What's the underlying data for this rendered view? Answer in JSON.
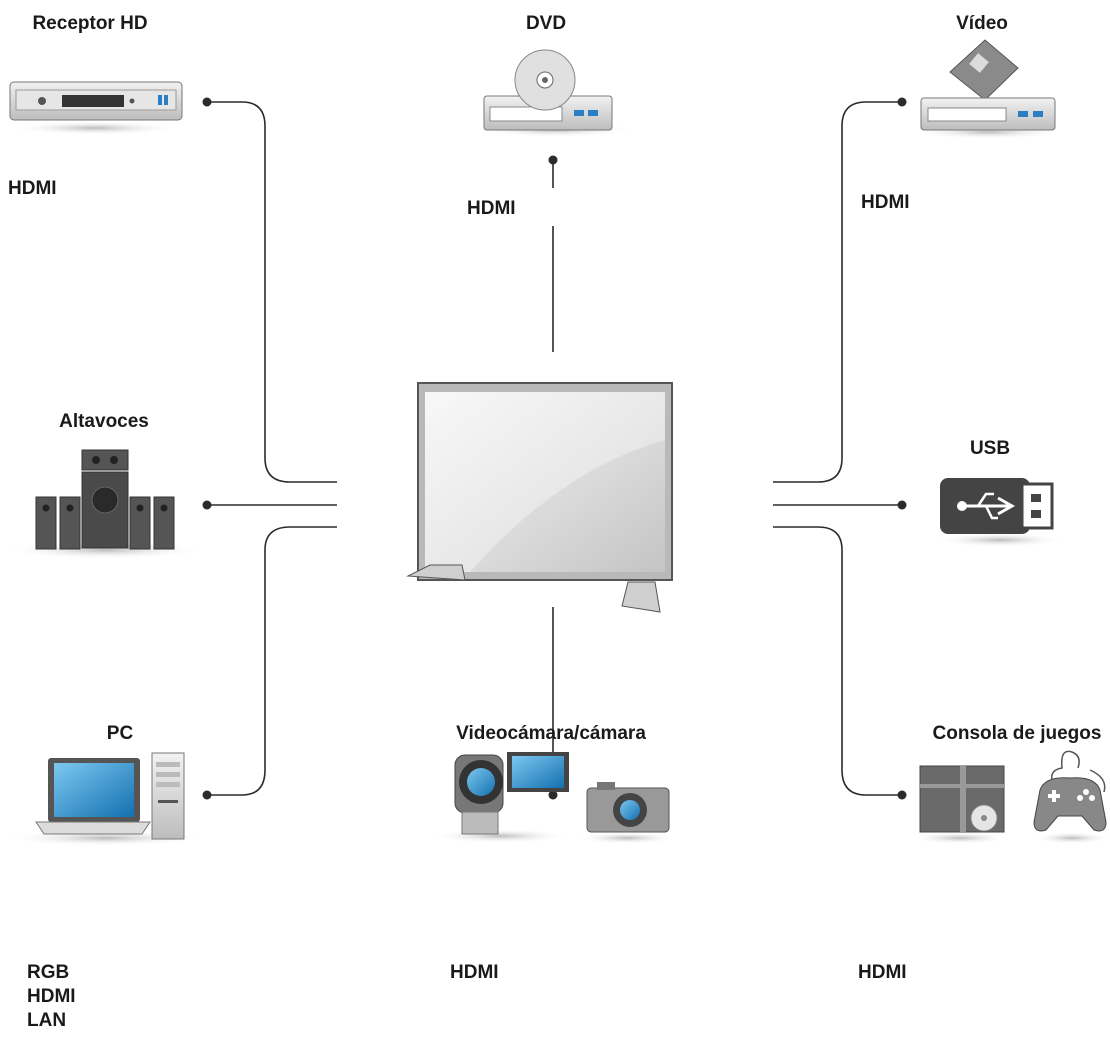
{
  "devices": {
    "receptor": {
      "name": "Receptor HD",
      "port": "HDMI"
    },
    "dvd": {
      "name": "DVD",
      "port": "HDMI"
    },
    "video": {
      "name": "Vídeo",
      "port": "HDMI"
    },
    "altavoces": {
      "name": "Altavoces"
    },
    "usb": {
      "name": "USB"
    },
    "pc": {
      "name": "PC",
      "ports": [
        "RGB",
        "HDMI",
        "LAN"
      ]
    },
    "camara": {
      "name": "Videocámara/cámara",
      "port": "HDMI"
    },
    "consola": {
      "name": "Consola de juegos",
      "port": "HDMI"
    }
  },
  "colors": {
    "line": "#2b2b2b",
    "screen": "#1e88c8",
    "label": "#1a1a1a"
  }
}
